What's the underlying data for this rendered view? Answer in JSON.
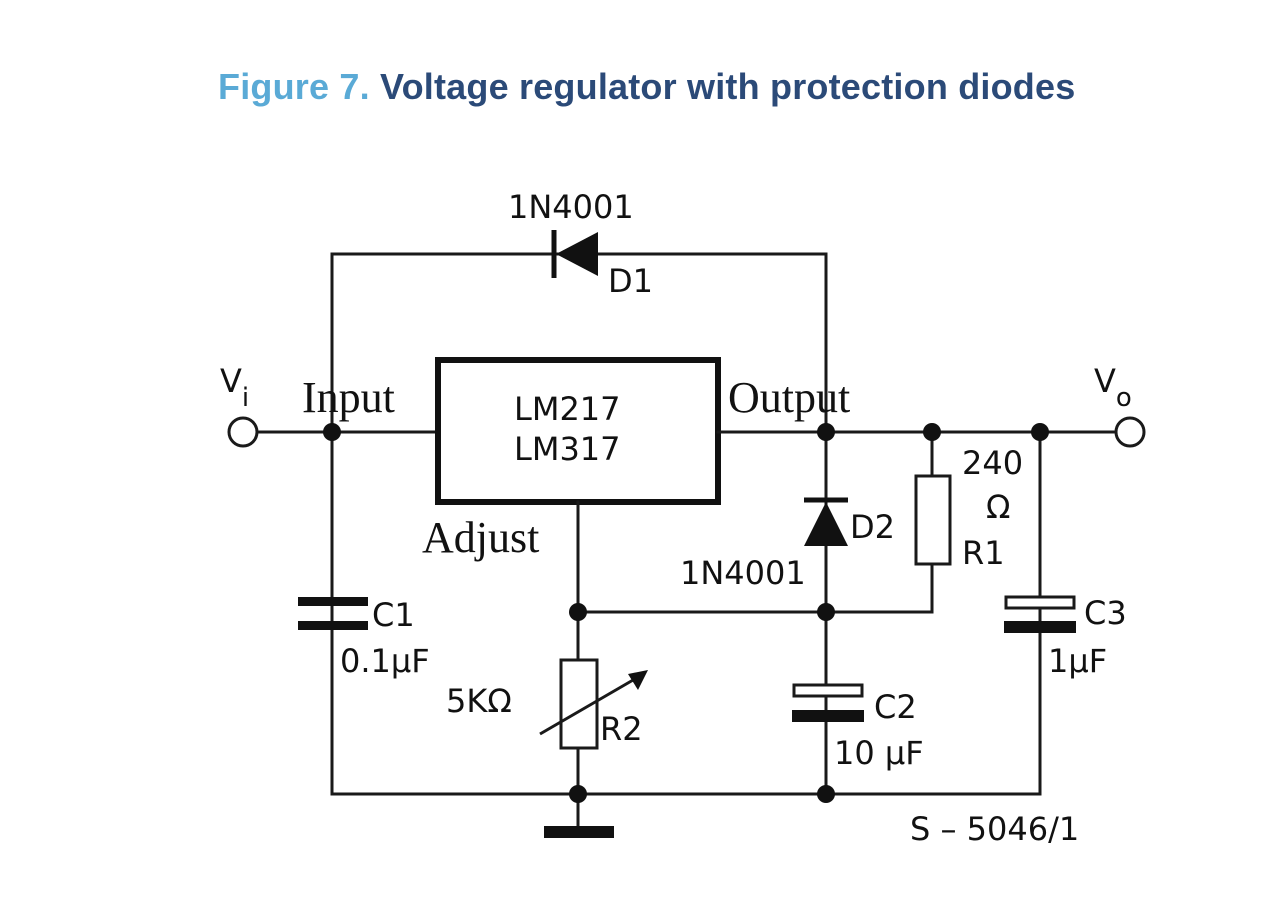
{
  "figure": {
    "number_label": "Figure 7.",
    "title": "Voltage regulator with protection diodes"
  },
  "diagram": {
    "regulator": {
      "line1": "LM217",
      "line2": "LM317"
    },
    "pins": {
      "input": "Input",
      "output": "Output",
      "adjust": "Adjust"
    },
    "terminals": {
      "vi_main": "V",
      "vi_sub": "i",
      "vo_main": "V",
      "vo_sub": "o"
    },
    "d1": {
      "part": "1N4001",
      "ref": "D1"
    },
    "d2": {
      "part": "1N4001",
      "ref": "D2"
    },
    "r1": {
      "value_num": "240",
      "value_unit": "Ω",
      "ref": "R1"
    },
    "r2": {
      "value": "5KΩ",
      "ref": "R2"
    },
    "c1": {
      "ref": "C1",
      "value": "0.1µF"
    },
    "c2": {
      "ref": "C2",
      "value": "10 µF"
    },
    "c3": {
      "ref": "C3",
      "value": "1µF"
    },
    "code": "S – 5046/1"
  }
}
